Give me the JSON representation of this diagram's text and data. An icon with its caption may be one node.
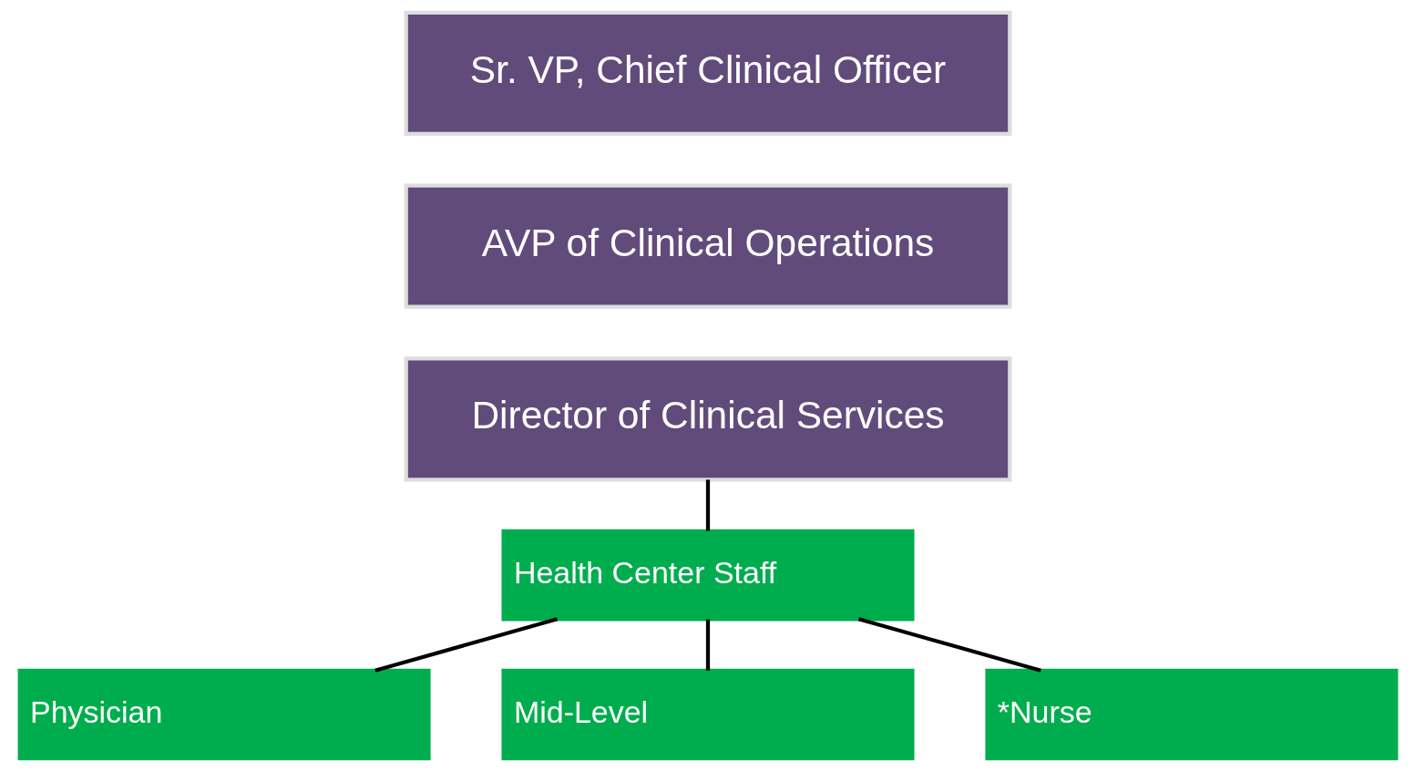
{
  "diagram": {
    "nodes": [
      {
        "text": [
          "Sr. VP, Chief Clinical Officer"
        ]
      },
      {
        "text": [
          "AVP of Clinical Operations"
        ]
      },
      {
        "text": [
          "Director of Clinical Services"
        ]
      },
      {
        "text": [
          "Health Center Staff"
        ]
      },
      {
        "text": [
          "Physician"
        ]
      },
      {
        "text": [
          "Mid-Level"
        ]
      },
      {
        "text": [
          "*Nurse"
        ]
      }
    ],
    "edges": [
      {
        "from": 2,
        "to": 3,
        "arrow": "none"
      },
      {
        "from": 3,
        "to": 4,
        "arrow": "none"
      },
      {
        "from": 3,
        "to": 5,
        "arrow": "none"
      },
      {
        "from": 3,
        "to": 6,
        "arrow": "none"
      }
    ]
  }
}
